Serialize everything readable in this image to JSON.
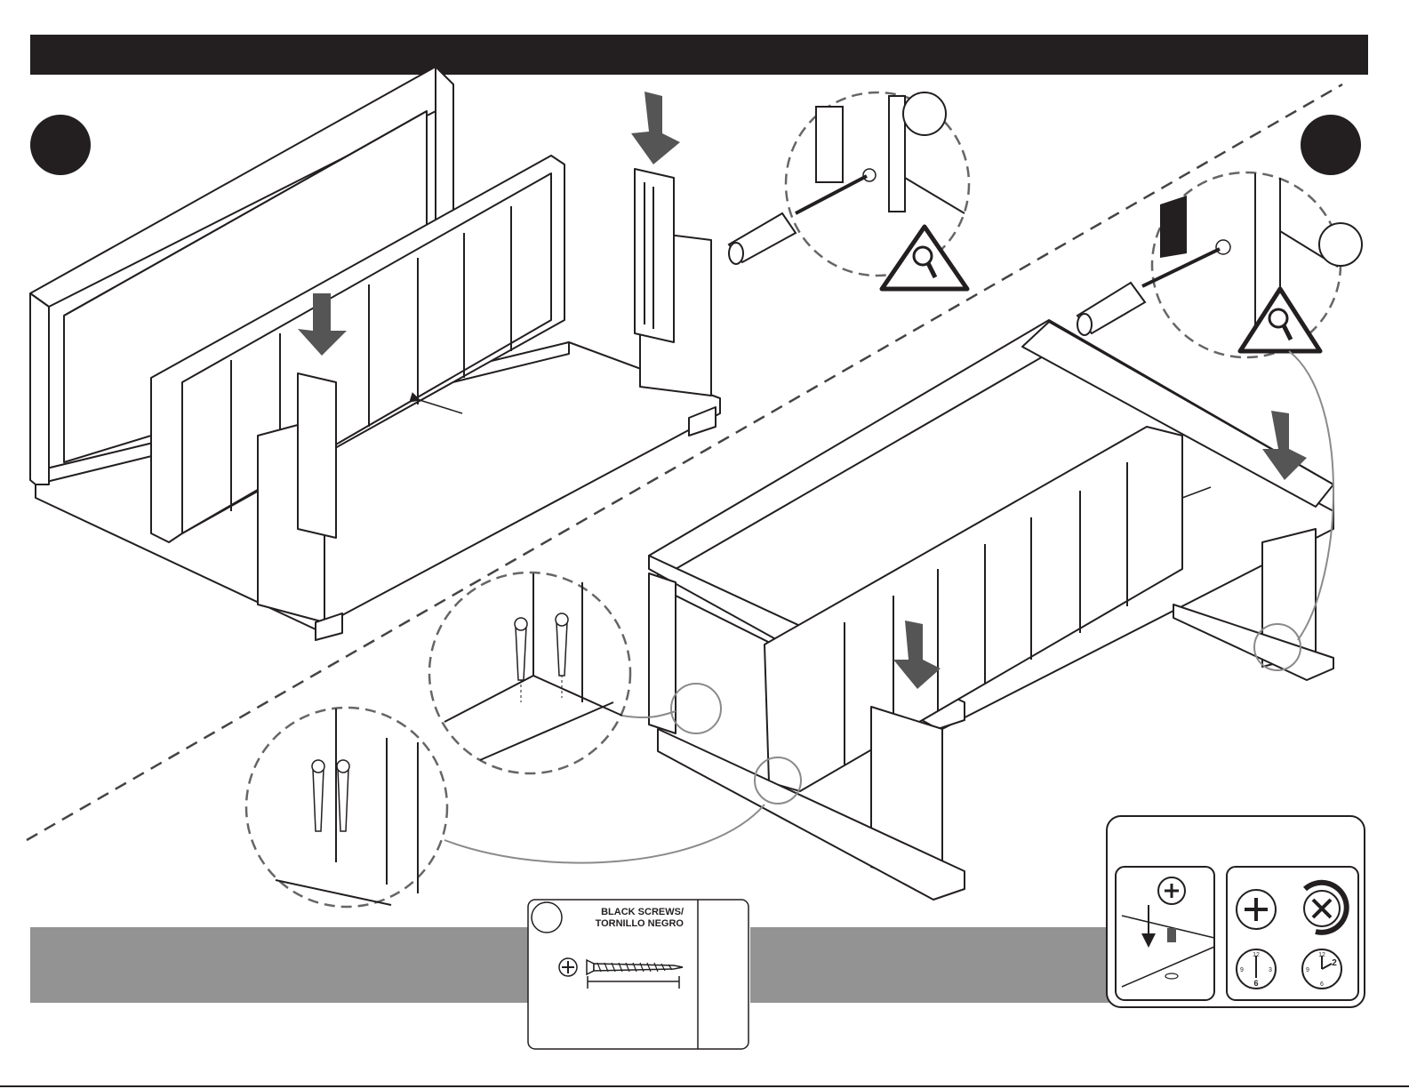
{
  "header": {
    "title": ""
  },
  "steps": {
    "left": "",
    "right": ""
  },
  "callouts": {
    "top_zoom": "",
    "right_zoom": "",
    "part_box": ""
  },
  "part_card": {
    "name_en": "BLACK SCREWS/",
    "name_es": "TORNILLO NEGRO",
    "quantity": ""
  },
  "tool_tips": {
    "clock_left": {
      "t12": "12",
      "t3": "3",
      "t6": "6",
      "t9": "9"
    },
    "clock_right": {
      "t12": "12",
      "t2": "2",
      "t6": "6",
      "t9": "9"
    }
  },
  "icons": [
    "down-arrow-icon",
    "warning-magnifier-icon",
    "screwdriver-icon",
    "phillips-screw-icon",
    "clockwise-rotate-icon",
    "clock-icon"
  ],
  "colors": {
    "dark": "#231f20",
    "band_gray": "#939393",
    "line": "#231f20",
    "leader_gray": "#8a8a8a"
  }
}
